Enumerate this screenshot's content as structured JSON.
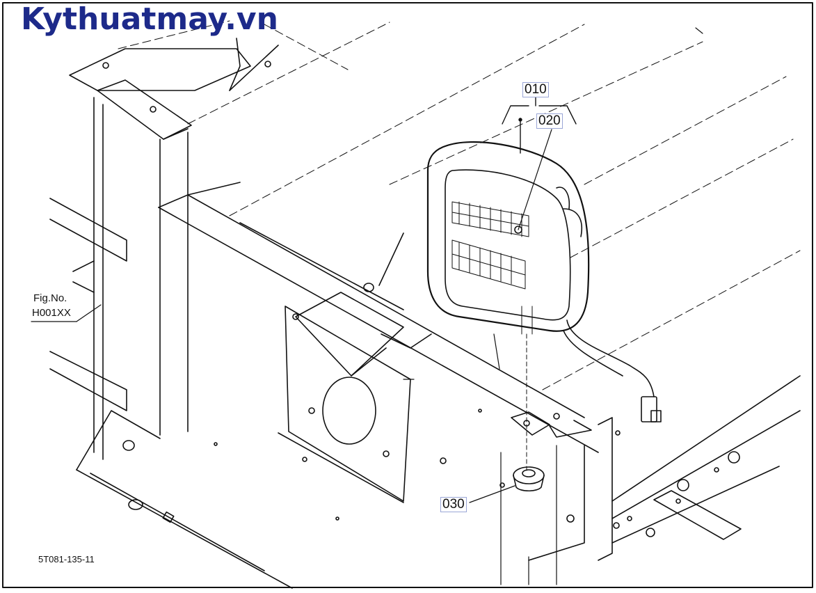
{
  "watermark": {
    "text": "Kythuatmay.vn"
  },
  "figure_ref": {
    "label": "Fig.No.",
    "code": "H001XX"
  },
  "callouts": {
    "part_010": "010",
    "part_020": "020",
    "part_030": "030"
  },
  "document_number": "5T081-135-11",
  "colors": {
    "ink": "#111111",
    "watermark": "#1d2a8a",
    "callout_border": "#9aa6d6",
    "background": "#ffffff"
  }
}
